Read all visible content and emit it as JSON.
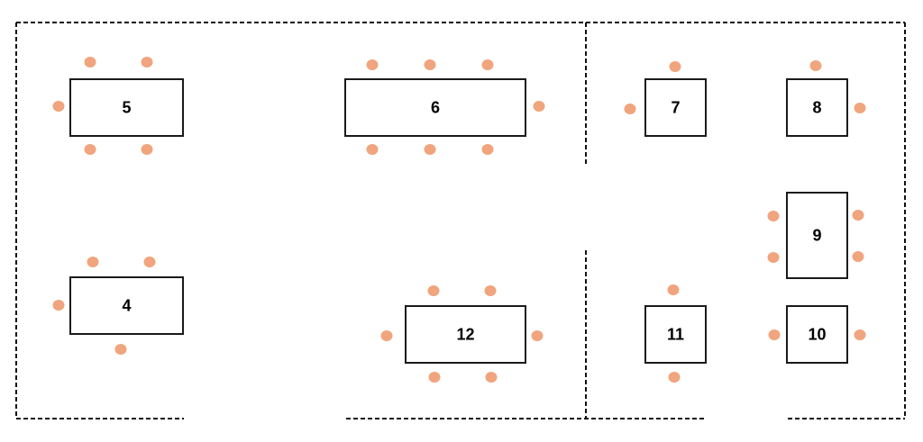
{
  "colors": {
    "chair": "#F0A57E",
    "table_stroke": "#1a1a1a",
    "wall": "#111111"
  },
  "tables": [
    {
      "id": "5",
      "label": "5",
      "seats": 5
    },
    {
      "id": "6",
      "label": "6",
      "seats": 7
    },
    {
      "id": "7",
      "label": "7",
      "seats": 2
    },
    {
      "id": "8",
      "label": "8",
      "seats": 2
    },
    {
      "id": "9",
      "label": "9",
      "seats": 4
    },
    {
      "id": "4",
      "label": "4",
      "seats": 4
    },
    {
      "id": "12",
      "label": "12",
      "seats": 6
    },
    {
      "id": "11",
      "label": "11",
      "seats": 2
    },
    {
      "id": "10",
      "label": "10",
      "seats": 2
    }
  ]
}
